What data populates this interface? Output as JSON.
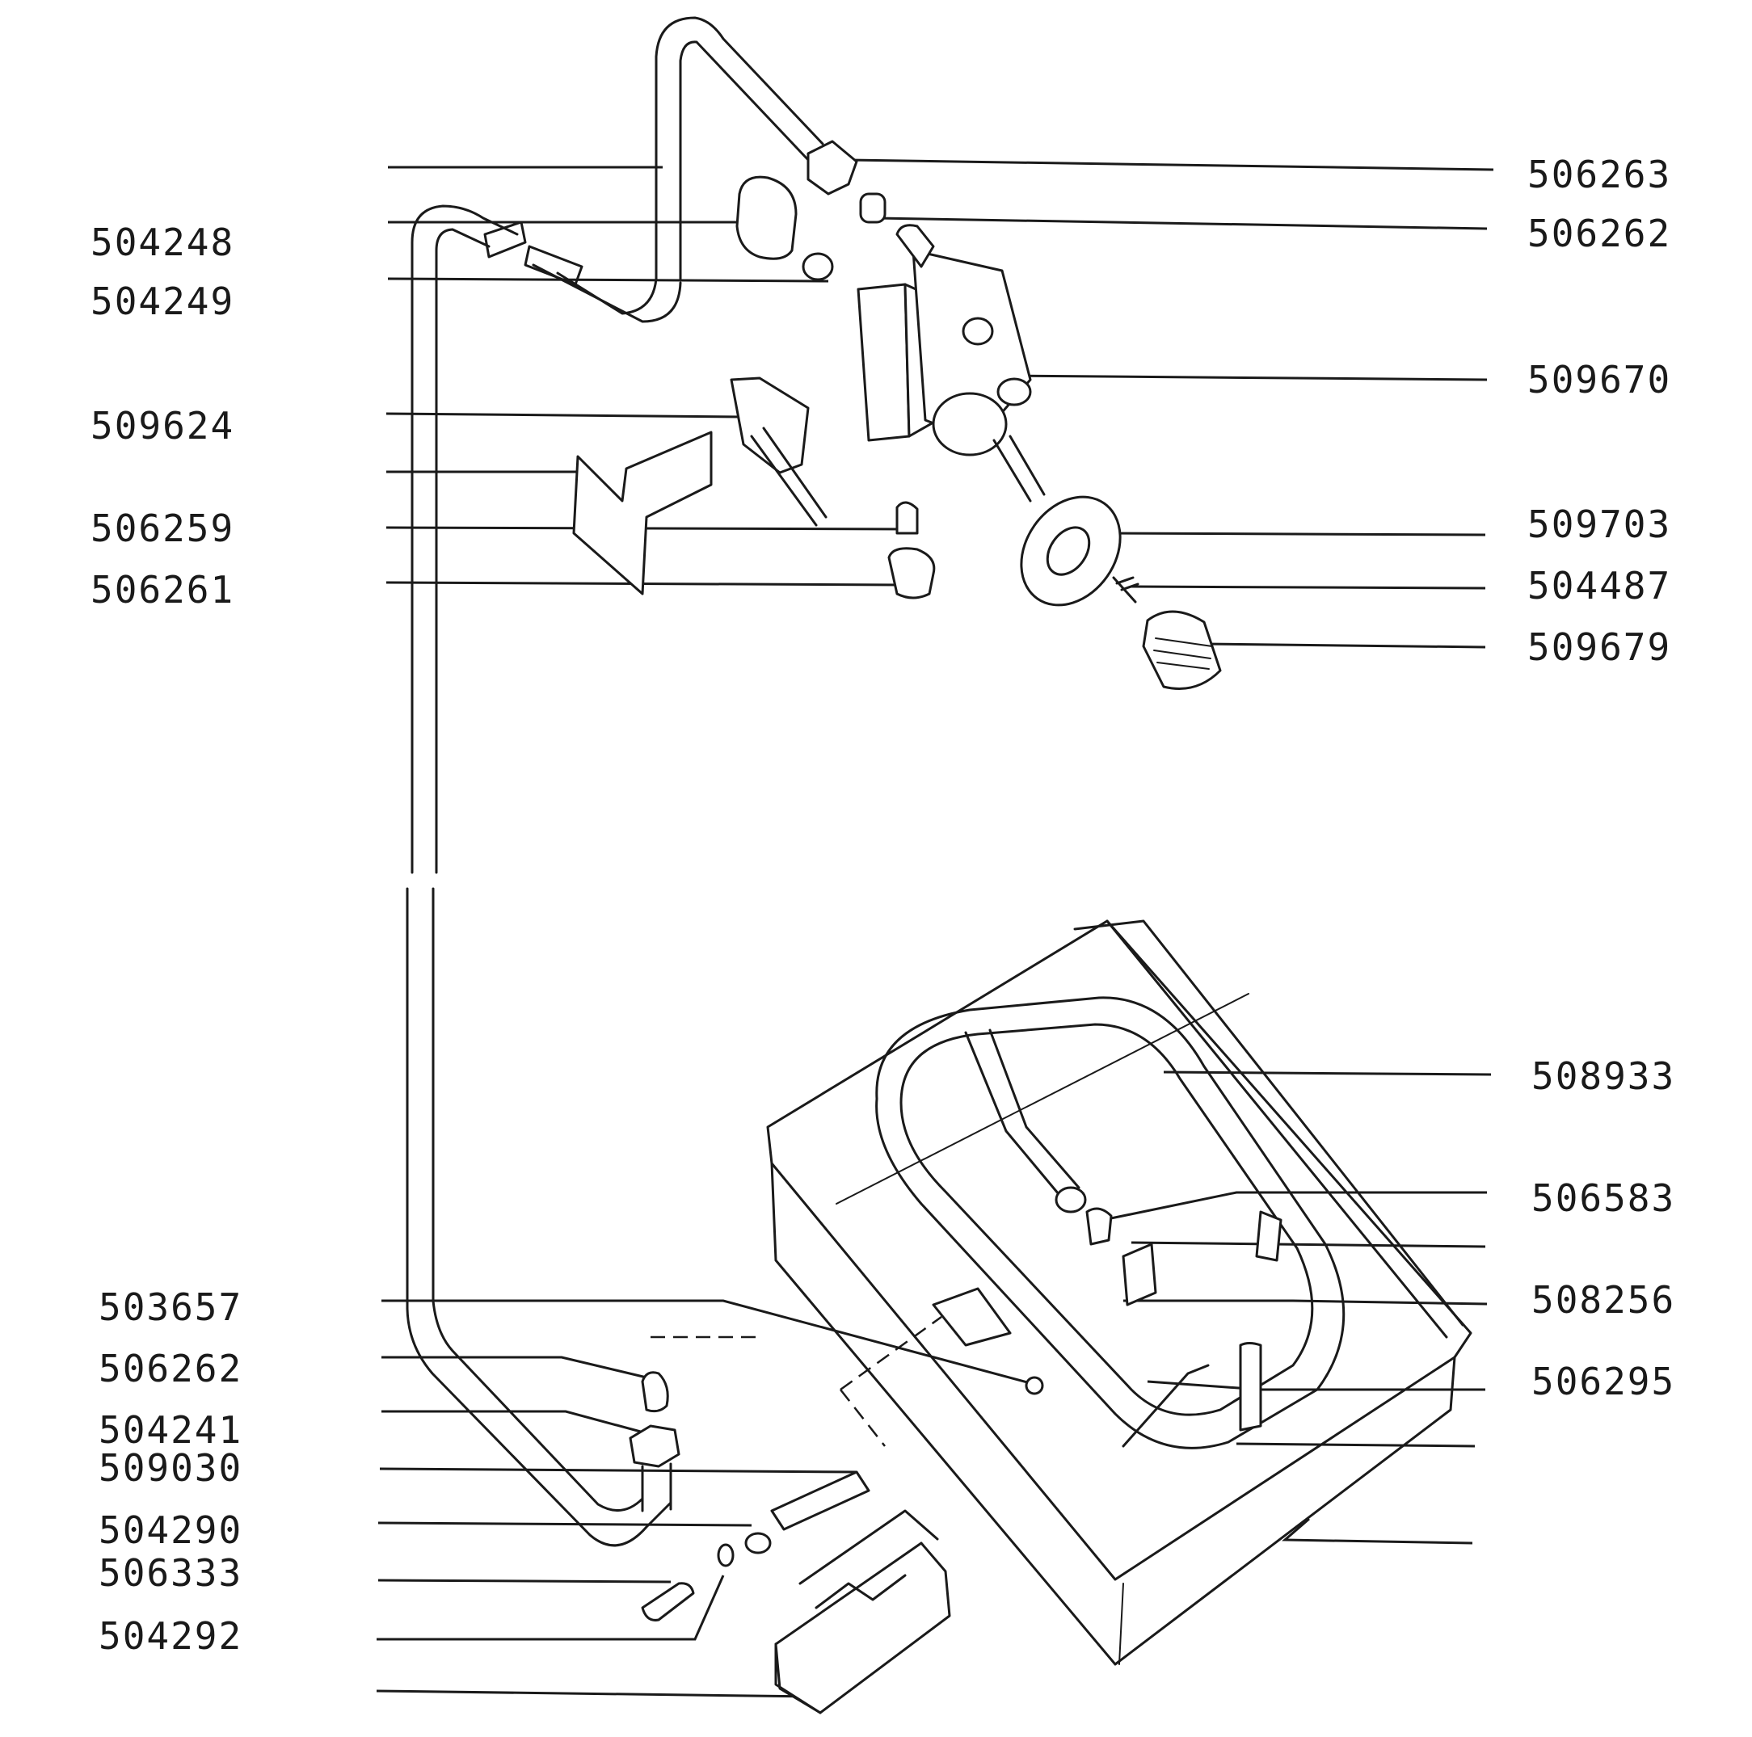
{
  "labels": {
    "left": [
      "504248",
      "504249",
      "509624",
      "506259",
      "506261",
      "503657",
      "506262",
      "504241",
      "509030",
      "504290",
      "506333",
      "504292"
    ],
    "right": [
      "506263",
      "506262",
      "509670",
      "509703",
      "504487",
      "509679",
      "508933",
      "506583",
      "508256",
      "506295"
    ]
  }
}
